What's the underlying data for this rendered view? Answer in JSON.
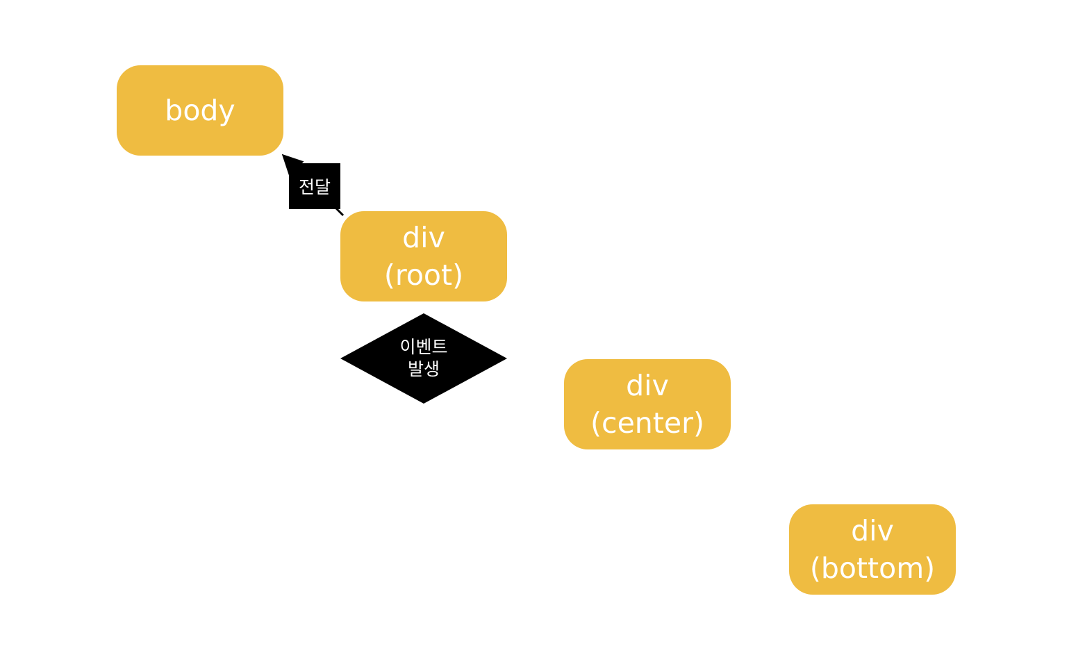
{
  "colors": {
    "node_fill": "#EFBC41",
    "node_text": "#FFFFFF",
    "annotation_fill": "#000000",
    "annotation_text": "#FFFFFF",
    "edge": "#000000"
  },
  "nodes": {
    "body": {
      "line1": "body"
    },
    "root": {
      "line1": "div",
      "line2": "(root)"
    },
    "center": {
      "line1": "div",
      "line2": "(center)"
    },
    "bottom": {
      "line1": "div",
      "line2": "(bottom)"
    }
  },
  "edge": {
    "label": "전달",
    "from": "root",
    "to": "body"
  },
  "event": {
    "line1": "이벤트",
    "line2": "발생"
  }
}
